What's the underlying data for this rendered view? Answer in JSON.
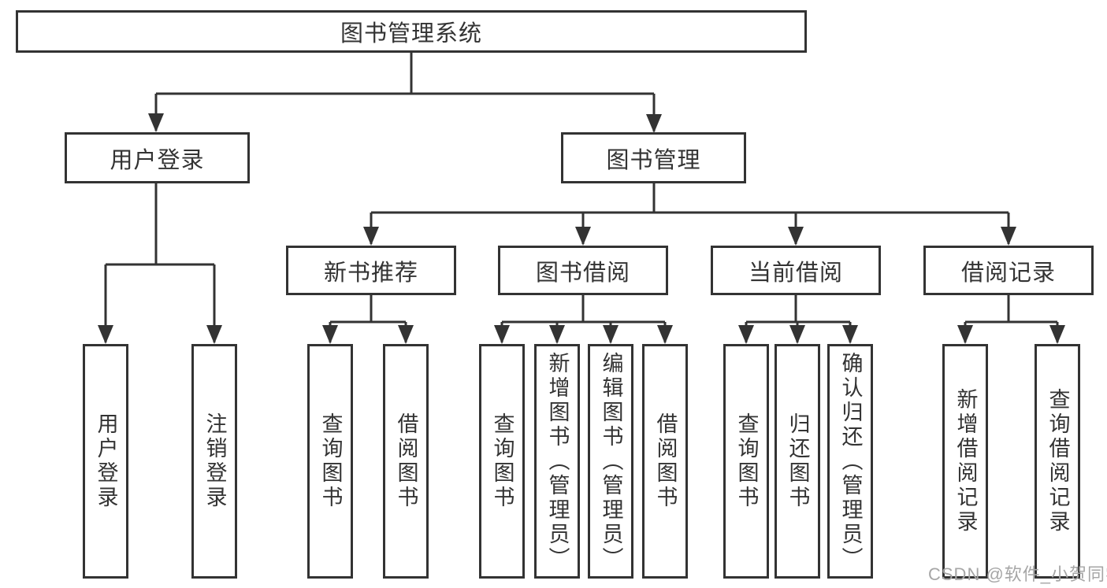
{
  "diagram": {
    "root": {
      "label": "图书管理系统"
    },
    "level2": [
      {
        "label": "用户登录"
      },
      {
        "label": "图书管理"
      }
    ],
    "level3": [
      {
        "label": "新书推荐"
      },
      {
        "label": "图书借阅"
      },
      {
        "label": "当前借阅"
      },
      {
        "label": "借阅记录"
      }
    ],
    "level4": [
      {
        "label": "用户登录"
      },
      {
        "label": "注销登录"
      },
      {
        "label": "查询图书"
      },
      {
        "label": "借阅图书"
      },
      {
        "label": "查询图书"
      },
      {
        "label": "新增图书（管理员）"
      },
      {
        "label": "编辑图书（管理员）"
      },
      {
        "label": "借阅图书"
      },
      {
        "label": "查询图书"
      },
      {
        "label": "归还图书"
      },
      {
        "label": "确认归还（管理员）"
      },
      {
        "label": "新增借阅记录"
      },
      {
        "label": "查询借阅记录"
      }
    ]
  },
  "watermark": {
    "text": "CSDN @软件_小贺同学"
  },
  "colors": {
    "line": "#333333",
    "text": "#333333",
    "box_background": "#ffffff",
    "watermark": "#a6a6a6"
  }
}
